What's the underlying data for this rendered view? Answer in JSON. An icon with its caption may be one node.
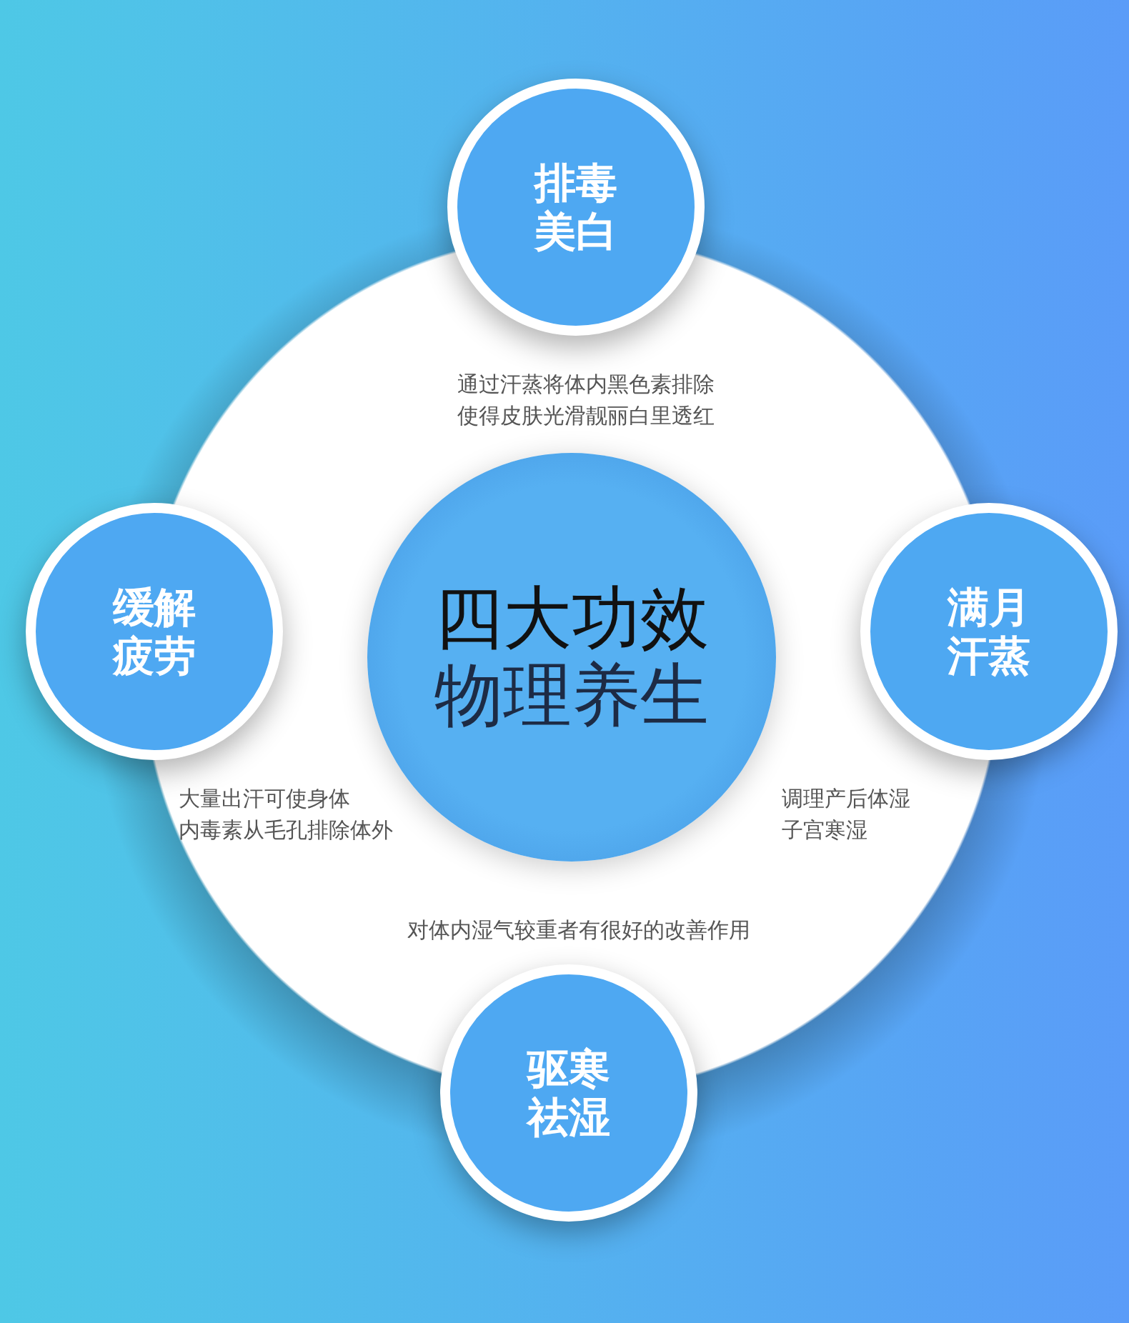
{
  "diagram": {
    "nodes": [
      {
        "text": [
          "排毒美白"
        ]
      },
      {
        "text": [
          "缓解疲劳"
        ]
      },
      {
        "text": [
          "四大功效",
          "物理养生"
        ]
      },
      {
        "text": [
          "满月汗蒸"
        ]
      },
      {
        "text": [
          "驱寒祛湿"
        ]
      }
    ],
    "labels": [
      "通过汗蒸将体内黑色素排除使得皮肤光滑靓丽白里透红",
      "大量出汗可使身体内毒素从毛孔排除体外",
      "调理产后体湿子宫寒湿",
      "对体内湿气较重者有很好的改善作用"
    ]
  }
}
